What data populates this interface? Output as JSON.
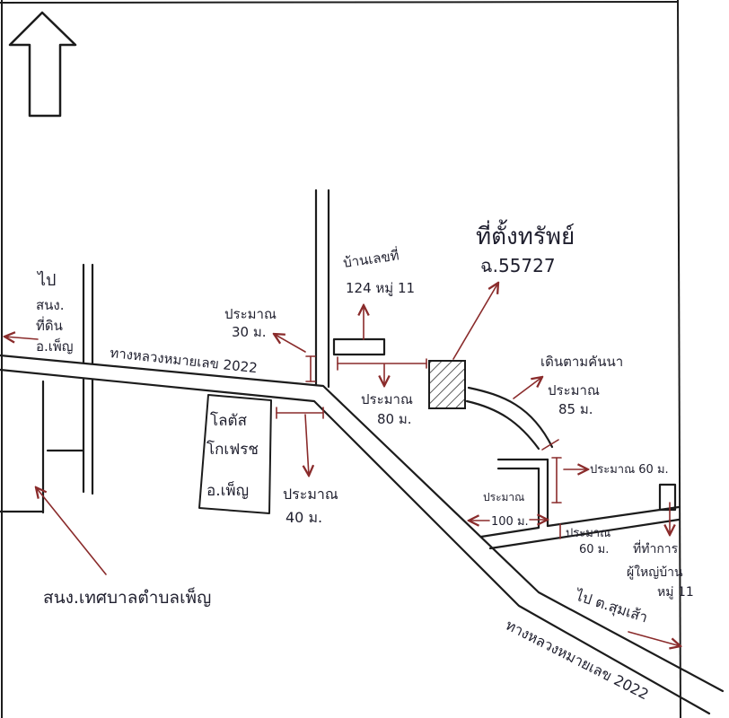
{
  "map": {
    "north_arrow_icon": "north-arrow-icon",
    "property_icon": "hatched-property-icon"
  },
  "roads": {
    "highway_label_left": "ทางหลวงหมายเลข 2022",
    "highway_label_right": "ทางหลวงหมายเลข 2022"
  },
  "labels": {
    "to_land_office": [
      "ไป",
      "สนง.",
      "ที่ดิน",
      "อ.เพ็ญ"
    ],
    "dist_30": [
      "ประมาณ",
      "30 ม."
    ],
    "house": [
      "บ้านเลขที่",
      "124 หมู่ 11"
    ],
    "property": {
      "title": "ที่ตั้งทรัพย์",
      "deed": "ฉ.55727"
    },
    "dist_80": [
      "ประมาณ",
      "80 ม."
    ],
    "walk_paddy": [
      "เดินตามคันนา",
      "ประมาณ",
      "85 ม."
    ],
    "lotus": [
      "โลตัส",
      "โกเฟรช",
      "อ.เพ็ญ"
    ],
    "dist_40": [
      "ประมาณ",
      "40 ม."
    ],
    "dist_60_right": "ประมาณ 60 ม.",
    "dist_100": [
      "ประมาณ",
      "100 ม."
    ],
    "dist_60_lower": [
      "ประมาณ",
      "60 ม."
    ],
    "headman_office": [
      "ที่ทำการ",
      "ผู้ใหญ่บ้าน",
      "หมู่ 11"
    ],
    "to_sum_sao": "ไป ต.สุมเส้า",
    "municipality": "สนง.เทศบาลตำบลเพ็ญ"
  },
  "colors": {
    "ink": "#1c1c1c",
    "note": "#8a2b2b",
    "text": "#1f1f2e"
  }
}
